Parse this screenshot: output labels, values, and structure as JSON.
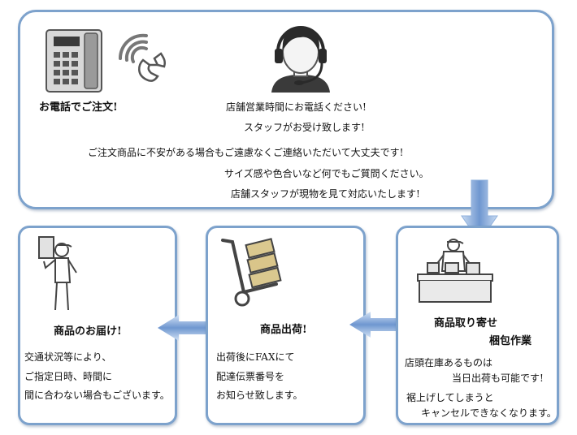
{
  "top": {
    "phone_order_label": "お電話でご注文!",
    "staff_line1": "店舗営業時間にお電話ください!",
    "staff_line2": "スタッフがお受け致します!",
    "body_line1": "ご注文商品に不安がある場合もご遠慮なくご連絡いただいて大丈夫です!",
    "body_line2": "サイズ感や色合いなど何でもご質問ください。",
    "body_line3": "店舗スタッフが現物を見て対応いたします!"
  },
  "delivery": {
    "title": "商品のお届け!",
    "line1": "交通状況等により、",
    "line2": "ご指定日時、時間に",
    "line3": "間に合わない場合もございます。"
  },
  "shipping": {
    "title": "商品出荷!",
    "line1": "出荷後にFAXにて",
    "line2": "配達伝票番号を",
    "line3": "お知らせ致します。"
  },
  "order": {
    "title_line1": "商品取り寄せ",
    "title_line2": "梱包作業",
    "line1": "店頭在庫あるものは",
    "line2": "当日出荷も可能です!",
    "line3": "裾上げしてしまうと",
    "line4": "キャンセルできなくなります。"
  },
  "colors": {
    "panel_border": "#7da2cc",
    "arrow_blue": "#5d86c5",
    "icon_gray": "#8a8a8a",
    "box_tan": "#d9c58a"
  }
}
